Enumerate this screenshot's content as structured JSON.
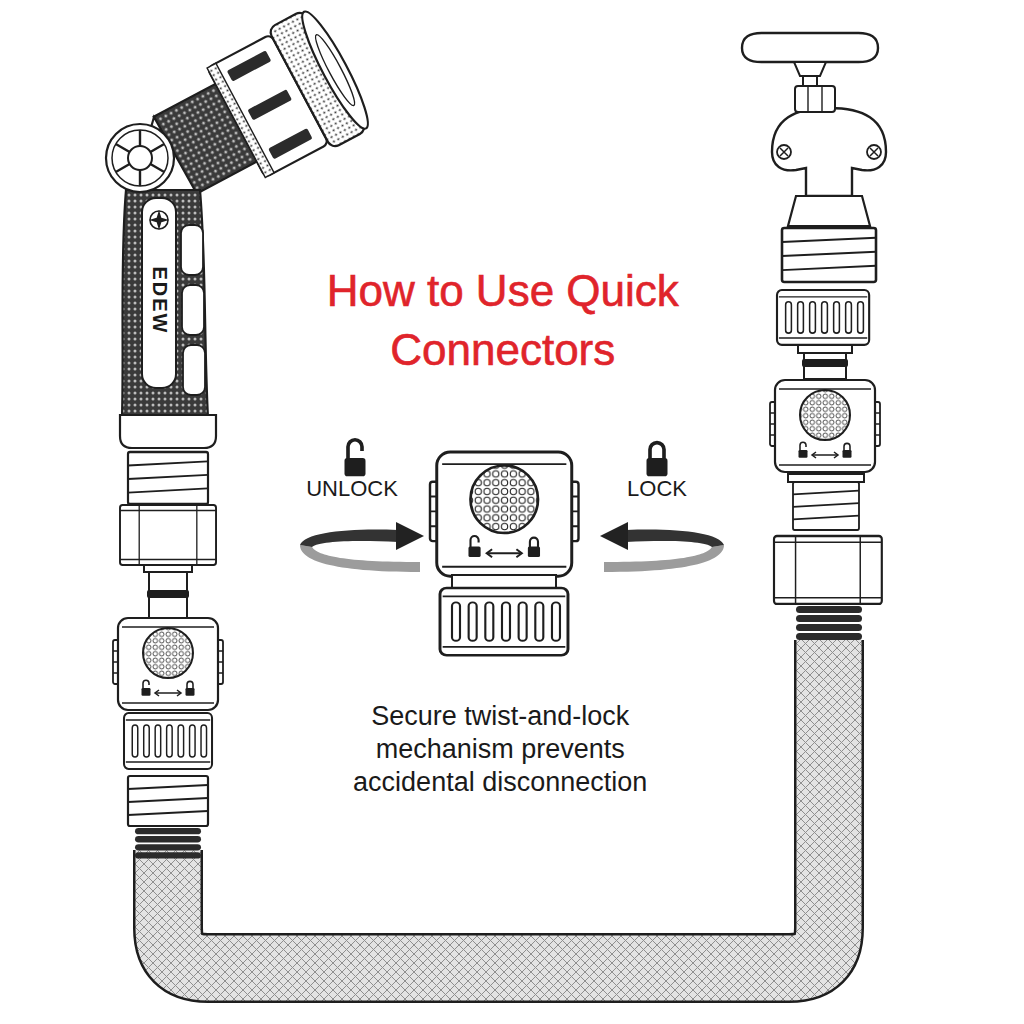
{
  "diagram": {
    "title": "How to Use Quick Connectors",
    "caption": "Secure twist-and-lock mechanism prevents accidental disconnection",
    "labels": [
      "UNLOCK",
      "LOCK",
      "EDEW"
    ]
  }
}
